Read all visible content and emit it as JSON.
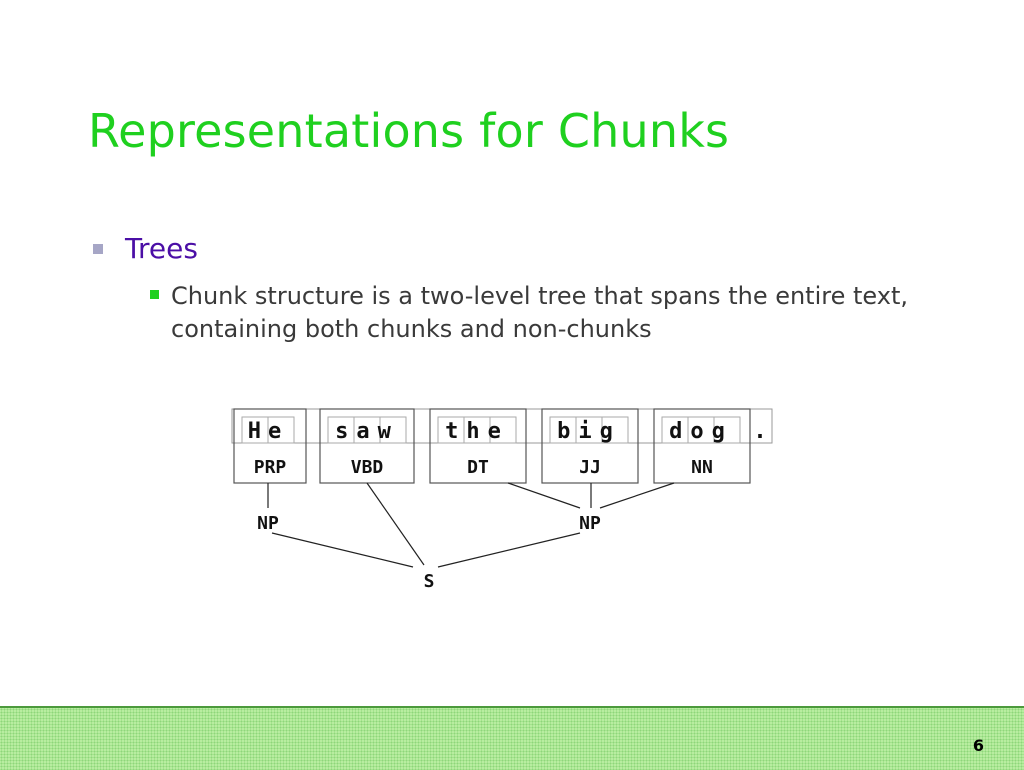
{
  "slide": {
    "title": "Representations for Chunks",
    "bullet_level1": "Trees",
    "bullet_level2": "Chunk structure is a two-level tree that spans the entire text, containing both chunks and non-chunks",
    "page_number": "6"
  },
  "tree": {
    "words": [
      {
        "text": "He",
        "tag": "PRP"
      },
      {
        "text": "saw",
        "tag": "VBD"
      },
      {
        "text": "the",
        "tag": "DT"
      },
      {
        "text": "big",
        "tag": "JJ"
      },
      {
        "text": "dog",
        "tag": "NN"
      }
    ],
    "punct": ".",
    "np1": "NP",
    "np2": "NP",
    "root": "S"
  },
  "colors": {
    "title": "#1fd01f",
    "bullet_level1": "#4b0fa6",
    "footer": "#b8eda0"
  }
}
